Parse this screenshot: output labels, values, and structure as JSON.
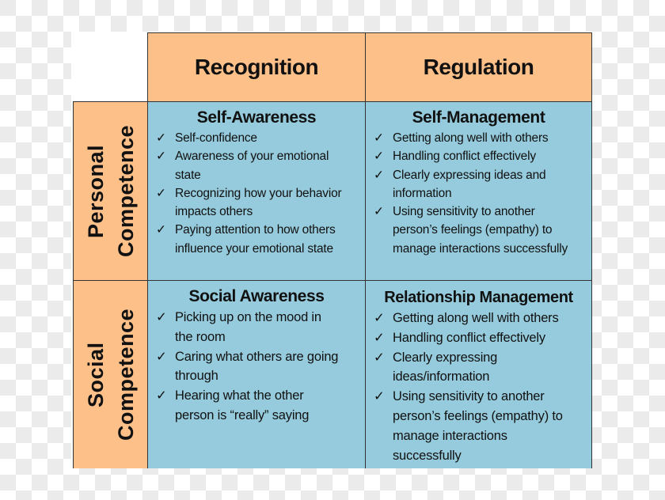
{
  "columns": [
    "Recognition",
    "Regulation"
  ],
  "rows": [
    {
      "label_lines": [
        "Personal",
        "Competence"
      ]
    },
    {
      "label_lines": [
        "Social",
        "Competence"
      ]
    }
  ],
  "check_icon": "✓",
  "cells": [
    {
      "title": "Self-Awareness",
      "items": [
        [
          "Self-confidence"
        ],
        [
          "Awareness of your emotional",
          "state"
        ],
        [
          "Recognizing how your behavior",
          "impacts others"
        ],
        [
          "Paying attention to how others",
          "influence your emotional state"
        ]
      ]
    },
    {
      "title": "Self-Management",
      "items": [
        [
          "Getting along well with others"
        ],
        [
          "Handling conflict effectively"
        ],
        [
          "Clearly expressing ideas and",
          "information"
        ],
        [
          "Using sensitivity to another",
          "person’s feelings (empathy) to",
          "manage interactions successfully"
        ]
      ]
    },
    {
      "title": "Social Awareness",
      "items": [
        [
          "Picking up on the mood in",
          "the room"
        ],
        [
          "Caring what others are going",
          "through"
        ],
        [
          "Hearing what the other",
          "person is “really” saying"
        ]
      ]
    },
    {
      "title": "Relationship Management",
      "items": [
        [
          "Getting along well with others"
        ],
        [
          "Handling conflict effectively"
        ],
        [
          "Clearly expressing",
          "ideas/information"
        ],
        [
          "Using sensitivity to another",
          "person’s feelings (empathy) to",
          "manage interactions",
          "successfully"
        ]
      ]
    }
  ]
}
